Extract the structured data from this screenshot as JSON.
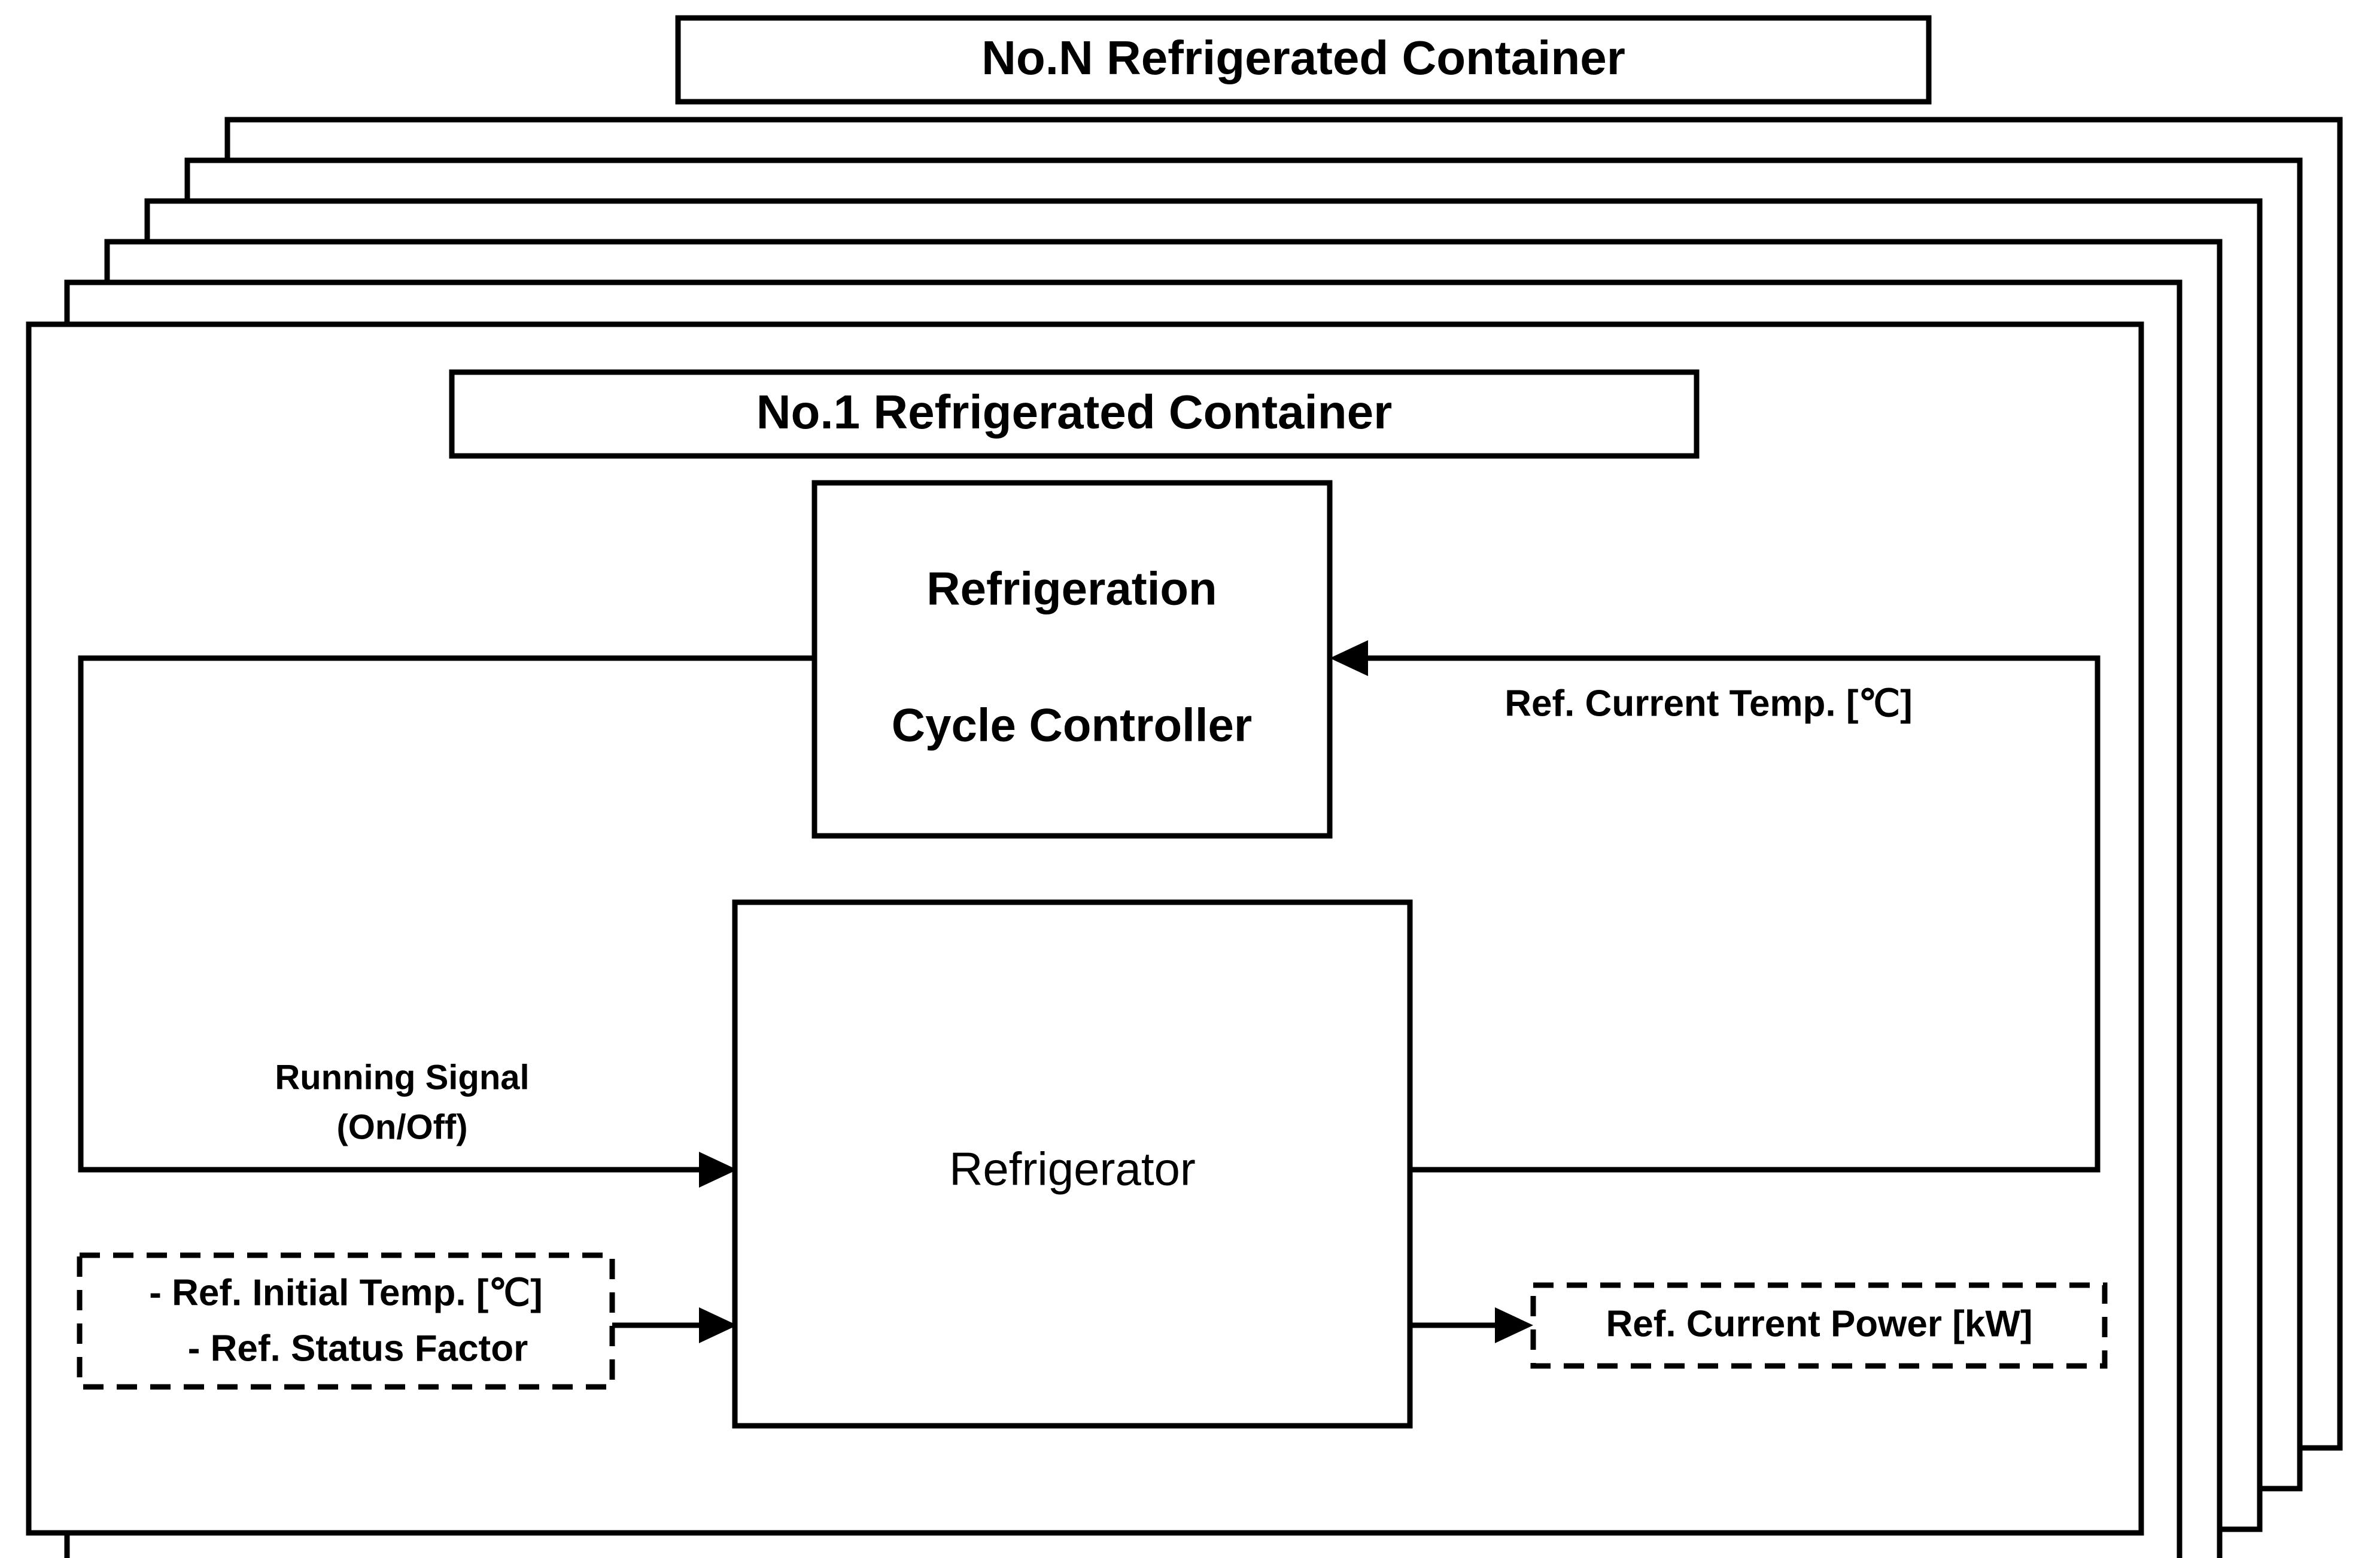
{
  "diagram": {
    "kind": "block-diagram",
    "background_color": "#ffffff",
    "line_color": "#000000",
    "stack": {
      "back_layer_count": 5,
      "top_title": "No.N Refrigerated Container",
      "front_title": "No.1 Refrigerated Container"
    },
    "blocks": {
      "controller": {
        "line1": "Refrigeration",
        "line2": "Cycle Controller"
      },
      "refrigerator": {
        "label": "Refrigerator"
      }
    },
    "io_boxes": {
      "inputs": {
        "style": "dashed",
        "line1": "- Ref. Initial Temp. [℃]",
        "line2": "- Ref. Status Factor"
      },
      "output": {
        "style": "dashed",
        "label": "Ref. Current Power [kW]"
      }
    },
    "signals": {
      "feedback_temp": "Ref. Current Temp. [℃]",
      "running_signal_line1": "Running Signal",
      "running_signal_line2": "(On/Off)"
    }
  }
}
